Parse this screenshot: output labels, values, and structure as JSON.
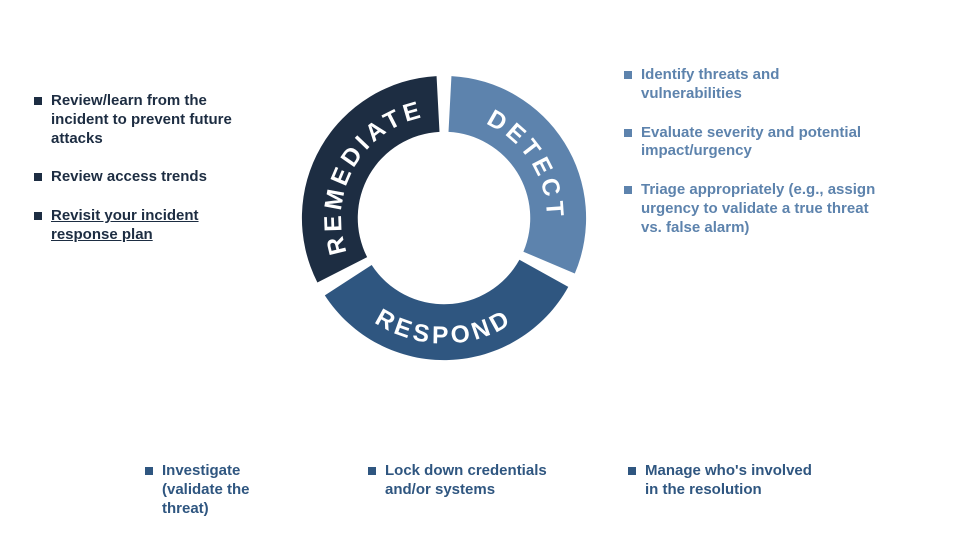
{
  "colors": {
    "remediate": "#1d2d42",
    "detect": "#5d83ad",
    "respond": "#2f5680",
    "arc_label_text": "#ffffff",
    "background": "#ffffff"
  },
  "diagram": {
    "type": "cycle",
    "segments": {
      "remediate": {
        "label": "REMEDIATE"
      },
      "detect": {
        "label": "DETECT"
      },
      "respond": {
        "label": "RESPOND"
      }
    }
  },
  "bullets": {
    "remediate": [
      {
        "text": "Review/learn from the incident to prevent future attacks"
      },
      {
        "text": "Review access trends"
      },
      {
        "text": "Revisit your incident response plan"
      }
    ],
    "detect": [
      {
        "text": "Identify threats and vulnerabilities"
      },
      {
        "text": "Evaluate severity and potential impact/urgency"
      },
      {
        "text": "Triage appropriately (e.g., assign urgency to validate a true threat vs. false alarm)"
      }
    ],
    "respond": [
      {
        "text": "Investigate (validate the threat)"
      },
      {
        "text": "Lock down credentials and/or systems"
      },
      {
        "text": "Manage who's involved in the resolution"
      }
    ]
  }
}
